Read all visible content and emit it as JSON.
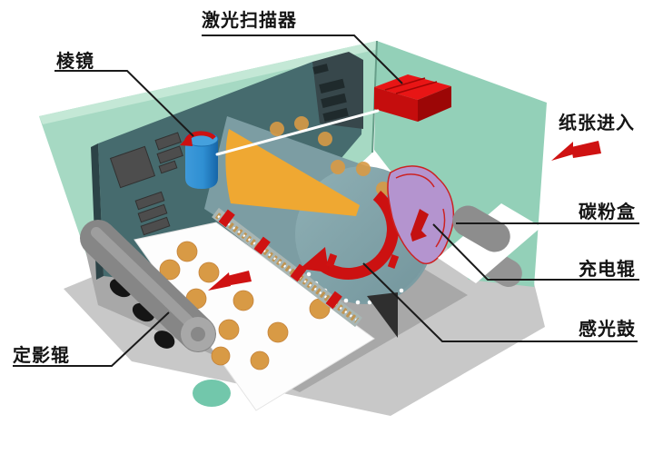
{
  "diagram": {
    "labels": {
      "laser_scanner": "激光扫描器",
      "prism": "棱镜",
      "paper_in": "纸张进入",
      "toner_cartridge": "碳粉盒",
      "charging_roller": "充电辊",
      "photosensitive_drum": "感光鼓",
      "fixing_roller": "定影辊"
    },
    "colors": {
      "case_green_left_wall": "#a6d9c3",
      "case_green_right_wall": "#93d0b8",
      "floor_gray": "#c8c8c8",
      "circuit_board_teal": "#466b6e",
      "drum_body_gray": "#7c9da3",
      "laser_fan_orange": "#efa832",
      "toner_dot_orange": "#d89a45",
      "prism_blue": "#2f8fd2",
      "scanner_box_red": "#d41111",
      "arrow_red": "#cf1212",
      "toner_cloud_purple": "#b494cf",
      "paper_white": "#fdfdfd"
    }
  }
}
